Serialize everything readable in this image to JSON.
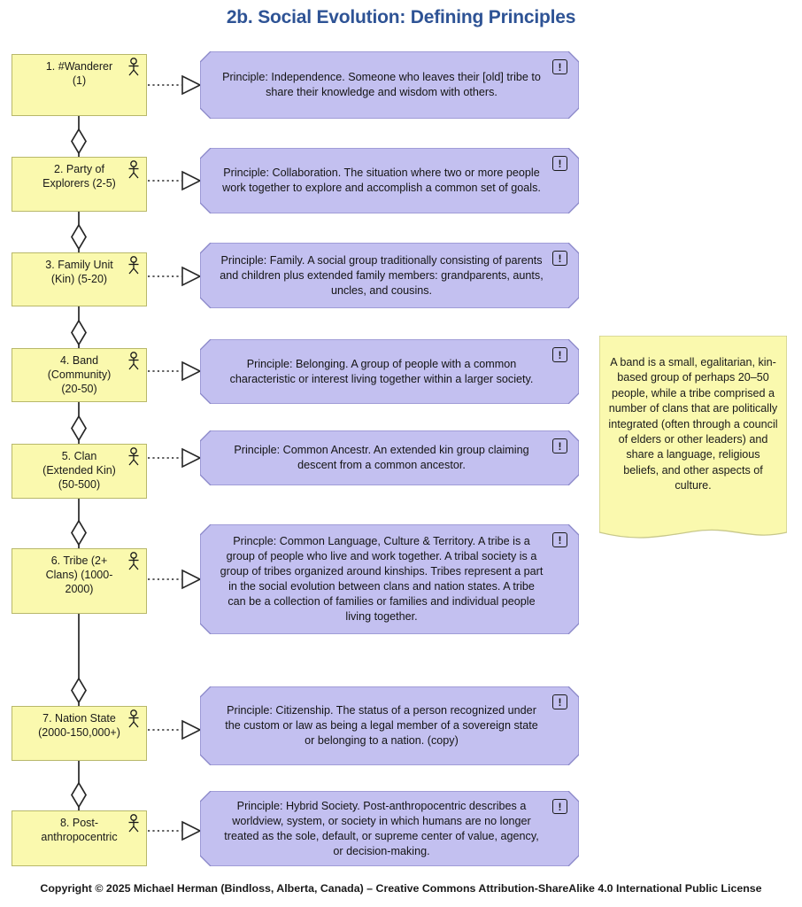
{
  "title": "2b. Social Evolution: Defining Principles",
  "colors": {
    "title": "#2E5395",
    "actor_fill": "#FAF9AE",
    "actor_border": "#B8B86A",
    "principle_fill": "#C3C0F0",
    "principle_border": "#8A87C8",
    "note_fill": "#FAF9AE",
    "note_border": "#C8C88A",
    "connector": "#262626",
    "page_background": "#FFFFFF"
  },
  "icons": {
    "actor": "stick-figure-actor-icon",
    "note_marker": "!",
    "arrowhead": "hollow-triangle"
  },
  "stages": [
    {
      "id": 1,
      "label": "1. #Wanderer\n(1)",
      "principle": "Principle: Independence. Someone who leaves their [old] tribe to share their knowledge and wisdom with others."
    },
    {
      "id": 2,
      "label": "2. Party of\nExplorers (2-5)",
      "principle": "Principle: Collaboration. The situation where two or more people work together to explore and accomplish a common set of goals."
    },
    {
      "id": 3,
      "label": "3. Family Unit\n(Kin) (5-20)",
      "principle": "Principle: Family. A social group traditionally consisting of parents and children plus extended family members: grandparents, aunts, uncles, and cousins."
    },
    {
      "id": 4,
      "label": "4. Band\n(Community)\n(20-50)",
      "principle": "Principle: Belonging. A group of people with a common characteristic or interest living together within a larger society."
    },
    {
      "id": 5,
      "label": "5. Clan\n(Extended Kin)\n(50-500)",
      "principle": "Principle: Common Ancestr. An extended kin group claiming descent from a common ancestor."
    },
    {
      "id": 6,
      "label": "6. Tribe (2+\nClans) (1000-\n2000)",
      "principle": "Princple: Common Language, Culture & Territory. A tribe is a group of people who live and work together. A tribal society is a group of tribes organized around kinships. Tribes represent a part in the social evolution between clans and nation states. A tribe can be a collection of families or families and individual people living together."
    },
    {
      "id": 7,
      "label": "7. Nation State\n(2000-150,000+)",
      "principle": "Principle: Citizenship.  The status of a person recognized under the custom or law as being a legal member of a sovereign state or belonging to a nation. (copy)"
    },
    {
      "id": 8,
      "label": "8. Post-\nanthropocentric",
      "principle": "Principle: Hybrid Society. Post-anthropocentric describes a worldview, system, or society in which humans are no longer treated as the sole, default, or supreme center of value, agency, or decision-making."
    }
  ],
  "side_note": {
    "text": "A band is a small, egalitarian, kin-based group of perhaps 20–50 people, while a tribe comprised a number of clans that are politically integrated (often through a council of elders or other leaders) and share a language, religious beliefs, and other aspects of culture."
  },
  "footer": "Copyright © 2025 Michael Herman (Bindloss, Alberta, Canada) – Creative Commons Attribution-ShareAlike 4.0 International Public License"
}
